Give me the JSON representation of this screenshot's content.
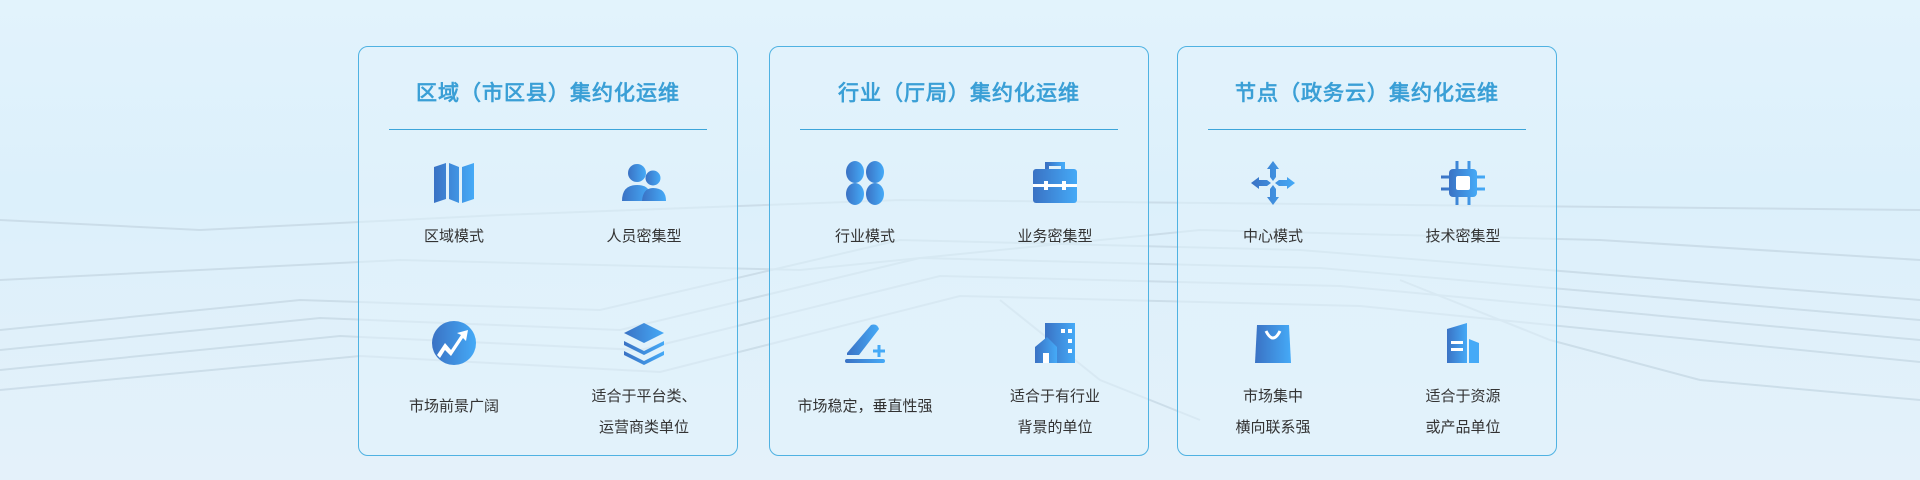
{
  "colors": {
    "title": "#3a9fd6",
    "border": "#4fb2e2",
    "icon_start": "#3a72c4",
    "icon_end": "#45aaf7"
  },
  "cards": [
    {
      "title": "区域（市区县）集约化运维",
      "items": [
        {
          "icon": "map-icon",
          "label": "区域模式"
        },
        {
          "icon": "users-icon",
          "label": "人员密集型"
        },
        {
          "icon": "trend-circle-icon",
          "label": "市场前景广阔"
        },
        {
          "icon": "layers-icon",
          "lines": [
            "适合于平台类、",
            "运营商类单位"
          ]
        }
      ]
    },
    {
      "title": "行业（厅局）集约化运维",
      "items": [
        {
          "icon": "clover-icon",
          "label": "行业模式"
        },
        {
          "icon": "briefcase-icon",
          "label": "业务密集型"
        },
        {
          "icon": "edit-plus-icon",
          "label": "市场稳定，垂直性强"
        },
        {
          "icon": "building-icon",
          "lines": [
            "适合于有行业",
            "背景的单位"
          ]
        }
      ]
    },
    {
      "title": "节点（政务云）集约化运维",
      "items": [
        {
          "icon": "center-arrows-icon",
          "label": "中心模式"
        },
        {
          "icon": "chip-icon",
          "label": "技术密集型"
        },
        {
          "icon": "shopping-bag-icon",
          "lines": [
            "市场集中",
            "横向联系强"
          ]
        },
        {
          "icon": "office-buildings-icon",
          "lines": [
            "适合于资源",
            "或产品单位"
          ]
        }
      ]
    }
  ]
}
